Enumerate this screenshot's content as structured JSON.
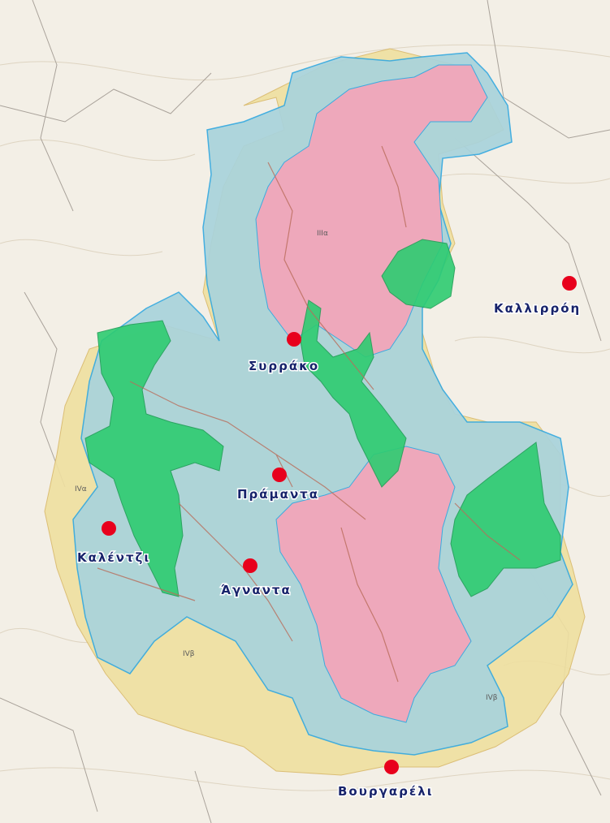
{
  "map": {
    "towns": [
      {
        "name": "Καλλιρρόη",
        "marker_color": "#e8001c"
      },
      {
        "name": "Συρράκο",
        "marker_color": "#e8001c"
      },
      {
        "name": "Πράμαντα",
        "marker_color": "#e8001c"
      },
      {
        "name": "Καλέντζι",
        "marker_color": "#e8001c"
      },
      {
        "name": "Άγναντα",
        "marker_color": "#e8001c"
      },
      {
        "name": "Βουργαρέλι",
        "marker_color": "#e8001c"
      }
    ],
    "zone_labels": [
      "IVα",
      "IIIα",
      "IVβ",
      "IVβ"
    ],
    "zone_colors": {
      "background": "#f3efe6",
      "outer_yellow": "#efe0a0",
      "blue": "#a9d3dc",
      "pink": "#f2a6ba",
      "green": "#2ecc71",
      "boundary": "#35a9e0",
      "roads": "#b96c5a",
      "label": "#17236b"
    }
  }
}
